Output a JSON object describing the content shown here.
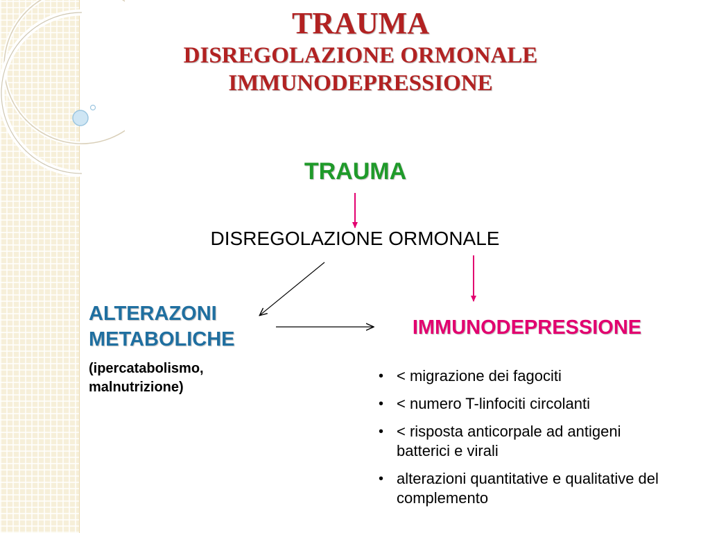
{
  "title": {
    "main": "TRAUMA",
    "line2": "DISREGOLAZIONE ORMONALE",
    "line3": "IMMUNODEPRESSIONE"
  },
  "diagram": {
    "start": "TRAUMA",
    "hormonal": "DISREGOLAZIONE ORMONALE",
    "metabolic": {
      "line1": "ALTERAZONI",
      "line2": "METABOLICHE",
      "detail1": "(ipercatabolismo,",
      "detail2": "malnutrizione)"
    },
    "immuno": "IMMUNODEPRESSIONE",
    "effects": [
      "< migrazione dei fagociti",
      "< numero T-linfociti circolanti",
      "< risposta anticorpale ad antigeni batterici e virali",
      "alterazioni quantitative e qualitative del complemento"
    ]
  },
  "colors": {
    "title": "#b22222",
    "trauma": "#1f9a2a",
    "metabolic": "#1f6fa0",
    "immuno": "#e2006f",
    "arrow_pink": "#e2006f",
    "arrow_black": "#000000",
    "sidebar": "#f6efd9"
  }
}
